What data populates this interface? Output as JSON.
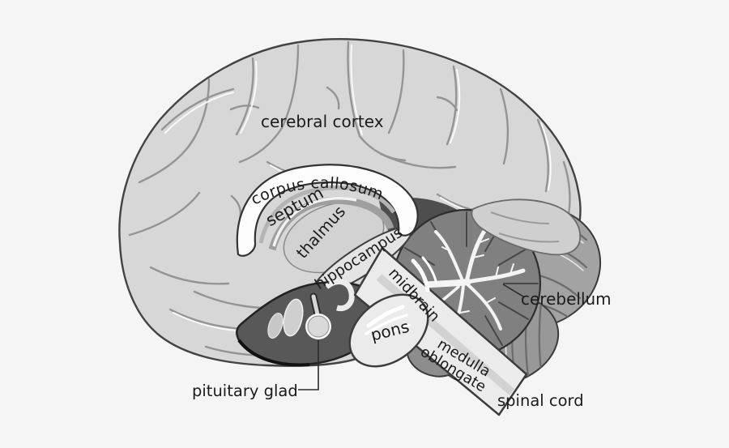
{
  "diagram": {
    "labels": {
      "cerebral_cortex": "cerebral cortex",
      "corpus_callosum": "corpus callosum",
      "septum": "septum",
      "thalmus": "thalmus",
      "hippocampus": "hippocampus",
      "midbrain": "midbrain",
      "pons": "pons",
      "medulla_line1": "medulla",
      "medulla_line2": "oblongate",
      "cerebellum": "cerebellum",
      "spinal_cord": "spinal cord",
      "pituitary": "pituitary glad"
    },
    "colors": {
      "background": "#f5f5f6",
      "brain_fill": "#d7d7d7",
      "outline": "#434343",
      "corpus_callosum_fill": "#fdfdfd",
      "thalamus_fill": "#d2d2d2",
      "hippocampus_fill": "#e4e4e4",
      "dark_region_fill": "#585858",
      "brainstem_fill": "#ebebeb",
      "cerebellum_lobe_fill": "#a3a3a3",
      "cerebellum_lower_fill": "#989898",
      "vermis_fill": "#808080",
      "occipital_fill": "#cfcfcf",
      "pituitary_fill": "#d9d9d9",
      "label_color": "#1b1b1b"
    }
  }
}
